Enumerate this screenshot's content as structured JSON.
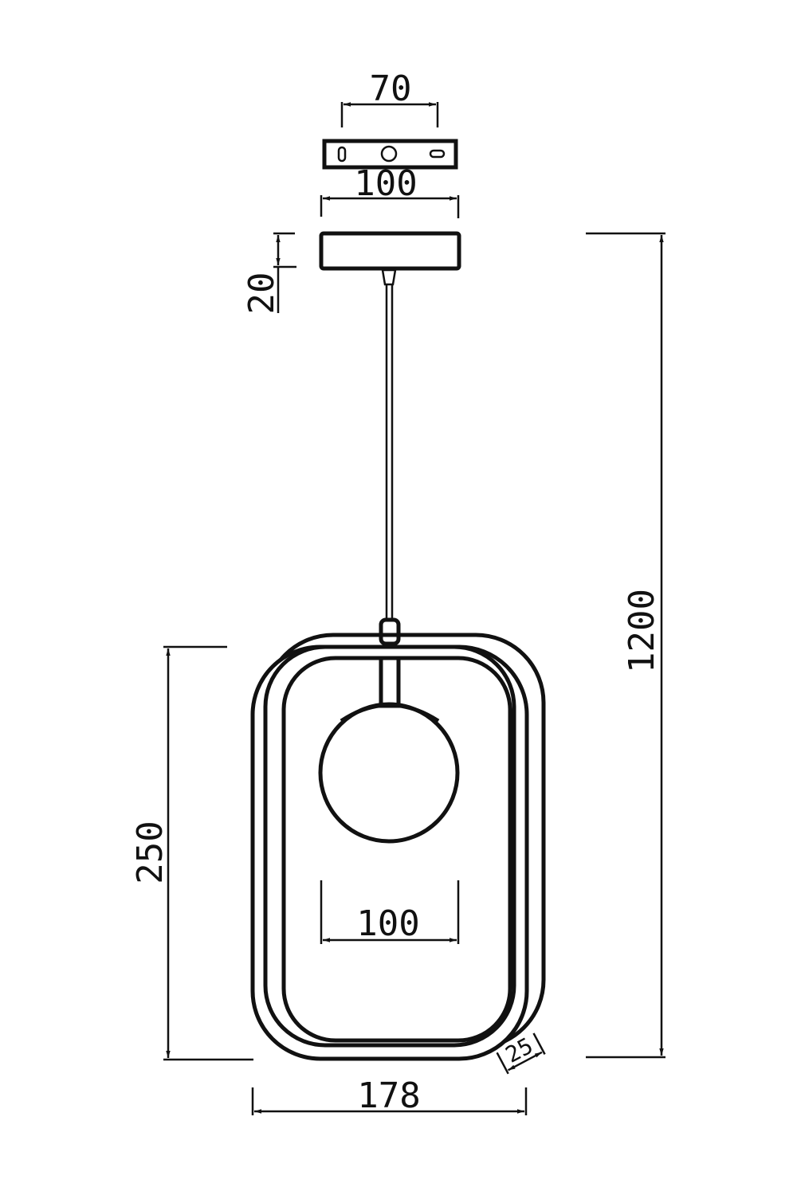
{
  "drawing": {
    "title": "Pendant lamp dimension drawing",
    "dimensions": {
      "mount_hole_spacing": "70",
      "canopy_width": "100",
      "canopy_height": "20",
      "total_height": "1200",
      "frame_height": "250",
      "globe_diameter": "100",
      "frame_width": "178",
      "frame_depth": "25"
    }
  }
}
